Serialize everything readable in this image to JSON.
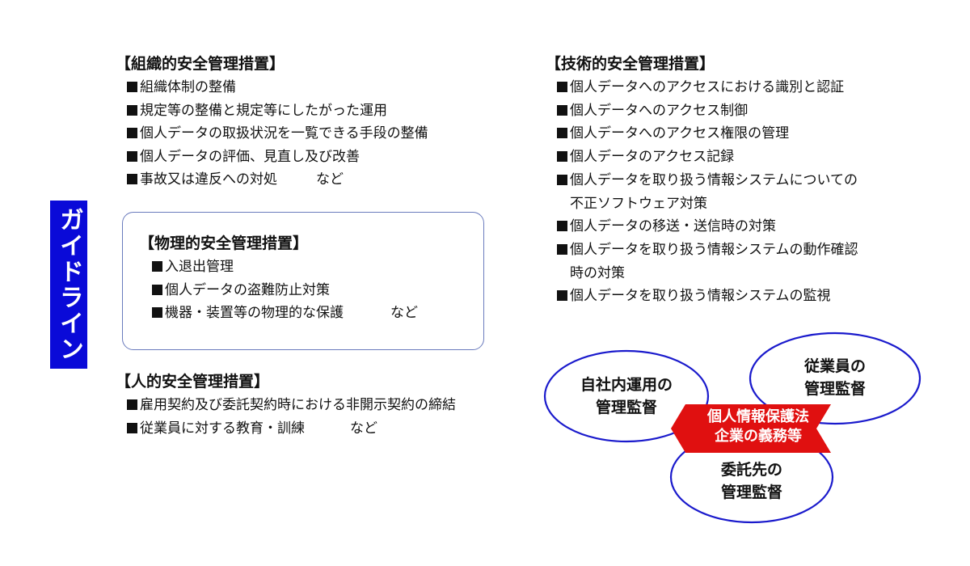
{
  "side_label": "ガイドライン",
  "organizational": {
    "title": "【組織的安全管理措置】",
    "items": [
      "組織体制の整備",
      "規定等の整備と規定等にしたがった運用",
      "個人データの取扱状況を一覧できる手段の整備",
      "個人データの評価、見直し及び改善",
      "事故又は違反への対処"
    ],
    "tail": "など"
  },
  "physical": {
    "title": "【物理的安全管理措置】",
    "items": [
      "入退出管理",
      "個人データの盗難防止対策",
      "機器・装置等の物理的な保護"
    ],
    "tail": "など"
  },
  "human": {
    "title": "【人的安全管理措置】",
    "items": [
      "雇用契約及び委託契約時における非開示契約の締結",
      "従業員に対する教育・訓練"
    ],
    "tail": "など"
  },
  "technical": {
    "title": "【技術的安全管理措置】",
    "items": [
      {
        "line1": "個人データへのアクセスにおける識別と認証",
        "line2": ""
      },
      {
        "line1": "個人データへのアクセス制御",
        "line2": ""
      },
      {
        "line1": "個人データへのアクセス権限の管理",
        "line2": ""
      },
      {
        "line1": "個人データのアクセス記録",
        "line2": ""
      },
      {
        "line1": "個人データを取り扱う情報システムについての",
        "line2": "不正ソフトウェア対策"
      },
      {
        "line1": "個人データの移送・送信時の対策",
        "line2": ""
      },
      {
        "line1": "個人データを取り扱う情報システムの動作確認",
        "line2": "時の対策"
      },
      {
        "line1": "個人データを取り扱う情報システムの監視",
        "line2": ""
      }
    ]
  },
  "diagram": {
    "oval_left": {
      "line1": "自社内運用の",
      "line2": "管理監督"
    },
    "oval_right": {
      "line1": "従業員の",
      "line2": "管理監督"
    },
    "oval_bottom": {
      "line1": "委託先の",
      "line2": "管理監督"
    },
    "center": {
      "line1": "個人情報保護法",
      "line2": "企業の義務等"
    },
    "colors": {
      "oval_stroke": "#1a1acc",
      "center_fill": "#e01010",
      "side_label_bg": "#0a0ad8"
    }
  }
}
